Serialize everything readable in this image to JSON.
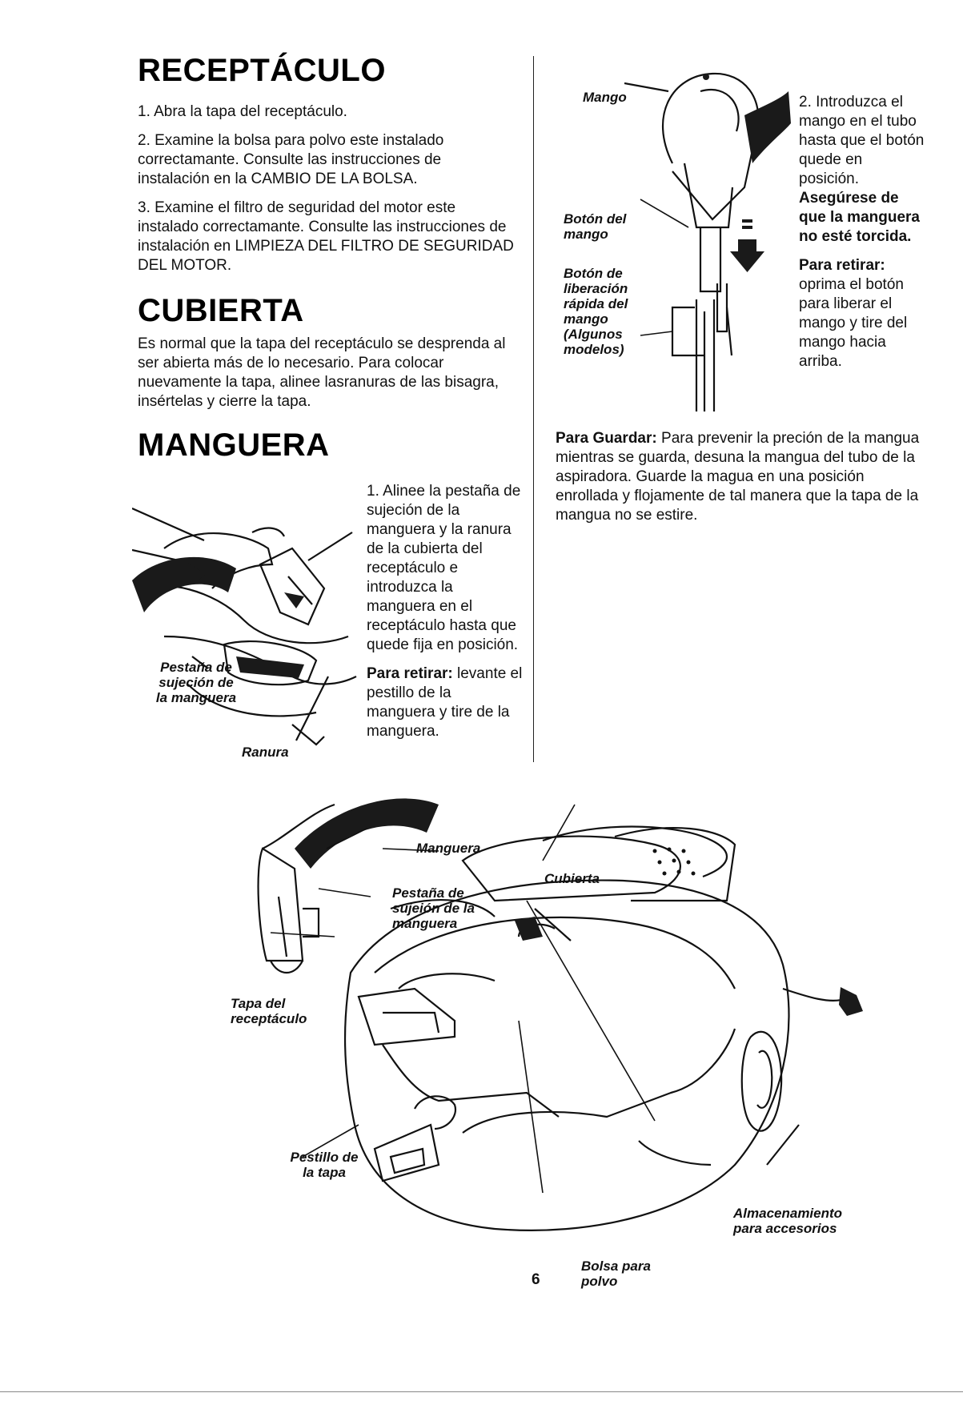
{
  "receptaculo": {
    "title": "RECEPTÁCULO",
    "items": [
      "1. Abra la tapa del receptáculo.",
      "2. Examine la bolsa para polvo este instalado correctamante. Consulte las instrucciones de instalación en la CAMBIO DE LA BOLSA.",
      "3. Examine el filtro de seguridad del motor este instalado correctamante. Consulte las instrucciones de instalación en LIMPIEZA DEL FILTRO DE SEGURIDAD DEL MOTOR."
    ]
  },
  "cubierta": {
    "title": "CUBIERTA",
    "text": "Es normal que la tapa del receptáculo se desprenda al ser abierta más de lo necesario. Para colocar nuevamente la tapa, alinee lasranuras de las bisagra, insértelas y cierre la tapa."
  },
  "manguera": {
    "title": "MANGUERA",
    "step1": "1. Alinee la pestaña de sujeción de la manguera y la ranura de la cubierta del receptáculo e introduzca la manguera en el receptáculo hasta que quede fija en posición.",
    "retirar_label": "Para retirar:",
    "retirar_text": "levante el pestillo de la manguera y tire de la manguera.",
    "label_pestana": "Pestaña de sujeción de la manguera",
    "label_ranura": "Ranura"
  },
  "mango": {
    "label_mango": "Mango",
    "label_boton": "Botón del mango",
    "label_liberacion": "Botón de liberación rápida del mango (Algunos modelos)",
    "step2": "2. Introduzca el mango en el tubo hasta que el botón quede en posición.",
    "step2_bold": "Asegúrese de que la manguera no esté torcida.",
    "retirar_label": "Para retirar:",
    "retirar_text": "oprima el botón para liberar el mango y tire del mango hacia arriba.",
    "guardar_label": "Para Guardar:",
    "guardar_text": "Para prevenir la preción de la mangua mientras se guarda, desuna la mangua del tubo de la aspiradora. Guarde la magua en una posición enrollada y flojamente de tal manera que la tapa de la mangua no se estire."
  },
  "diagram": {
    "label_manguera": "Manguera",
    "label_pestana": "Pestaña de sujeión de la manguera",
    "label_cubierta": "Cubierta",
    "label_tapa": "Tapa del receptáculo",
    "label_pestillo": "Pestillo de la tapa",
    "label_almacenamiento": "Almacenamiento para accesorios",
    "label_bolsa": "Bolsa para polvo"
  },
  "page_number": "6"
}
